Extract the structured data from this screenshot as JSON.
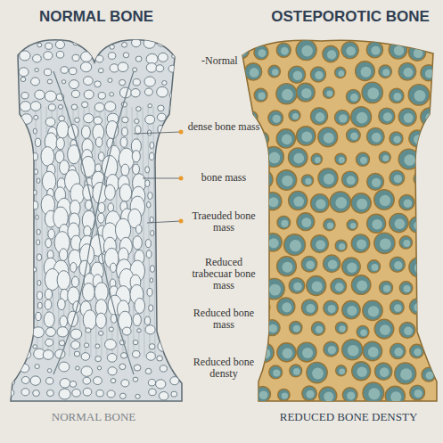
{
  "diagram": {
    "labels": [
      "NORMAL BONE",
      "OSTEPOROTIC BONE",
      "-Normal",
      "dense bone mass",
      "bone mass",
      "Traeuded bone mass",
      "Reduced trabecuar bone mass",
      "Reduced bone mass",
      "Reduced bone densty",
      "NORMAL BONE",
      "REDUCED BONE DENSTY"
    ]
  }
}
